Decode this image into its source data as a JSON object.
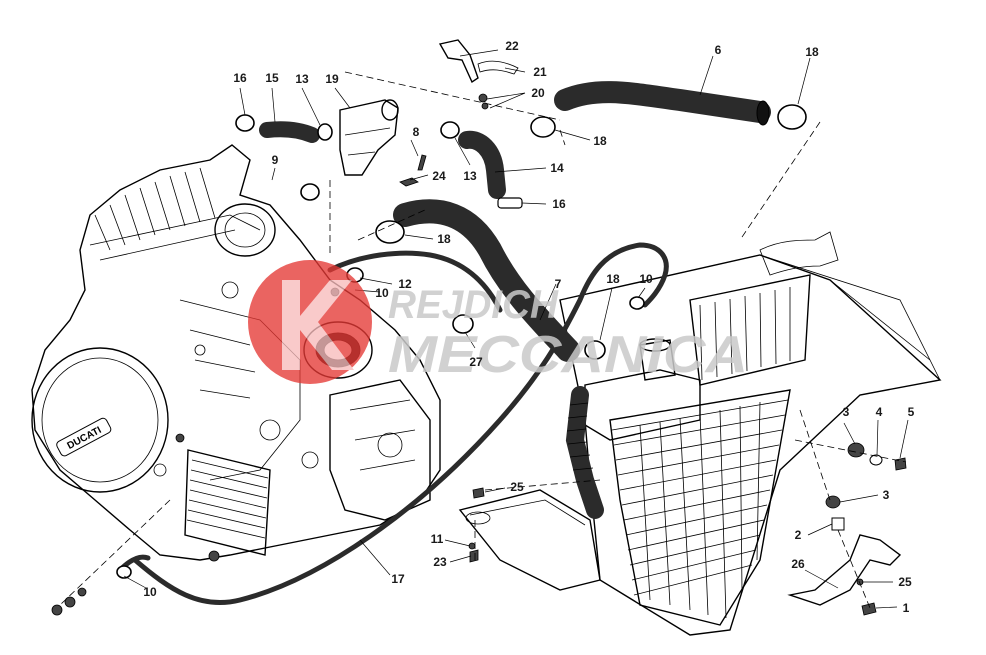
{
  "watermark": {
    "line1": "REJDICH",
    "line2": "MECCANICA",
    "logo_icon": "red-circle-k-logo"
  },
  "engine_brand": "DUCATI",
  "callouts": {
    "c1": "1",
    "c2": "2",
    "c3a": "3",
    "c3b": "3",
    "c4": "4",
    "c5": "5",
    "c6": "6",
    "c7": "7",
    "c8": "8",
    "c9": "9",
    "c10a": "10",
    "c10b": "10",
    "c10c": "10",
    "c11": "11",
    "c12": "12",
    "c13a": "13",
    "c13b": "13",
    "c14": "14",
    "c15": "15",
    "c16a": "16",
    "c16b": "16",
    "c17": "17",
    "c18a": "18",
    "c18b": "18",
    "c18c": "18",
    "c18d": "18",
    "c19": "19",
    "c20": "20",
    "c21": "21",
    "c22": "22",
    "c23": "23",
    "c24": "24",
    "c25a": "25",
    "c25b": "25",
    "c26": "26",
    "c27": "27"
  },
  "colors": {
    "line": "#000000",
    "hose": "#333333",
    "watermark_logo": "#e53935",
    "watermark_text": "#c9c9c9"
  }
}
